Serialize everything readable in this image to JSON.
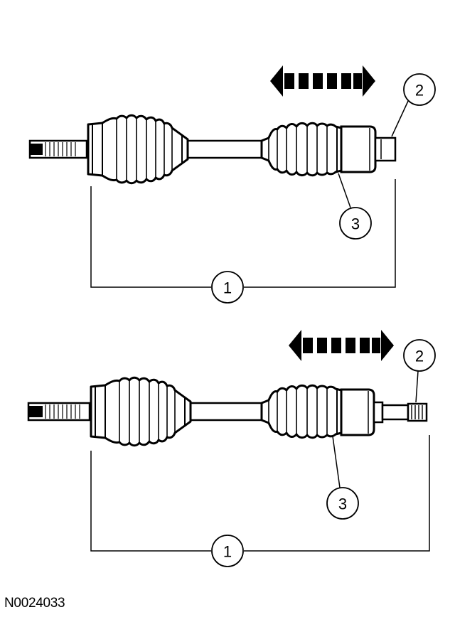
{
  "figure": {
    "reference_code": "N0024033"
  },
  "callouts": {
    "top": {
      "shaft_length": "1",
      "inner_stub": "2",
      "inner_boot": "3"
    },
    "bottom": {
      "shaft_length": "1",
      "inner_stub": "2",
      "inner_boot": "3"
    }
  },
  "colors": {
    "ink": "#000000",
    "paper": "#ffffff"
  }
}
